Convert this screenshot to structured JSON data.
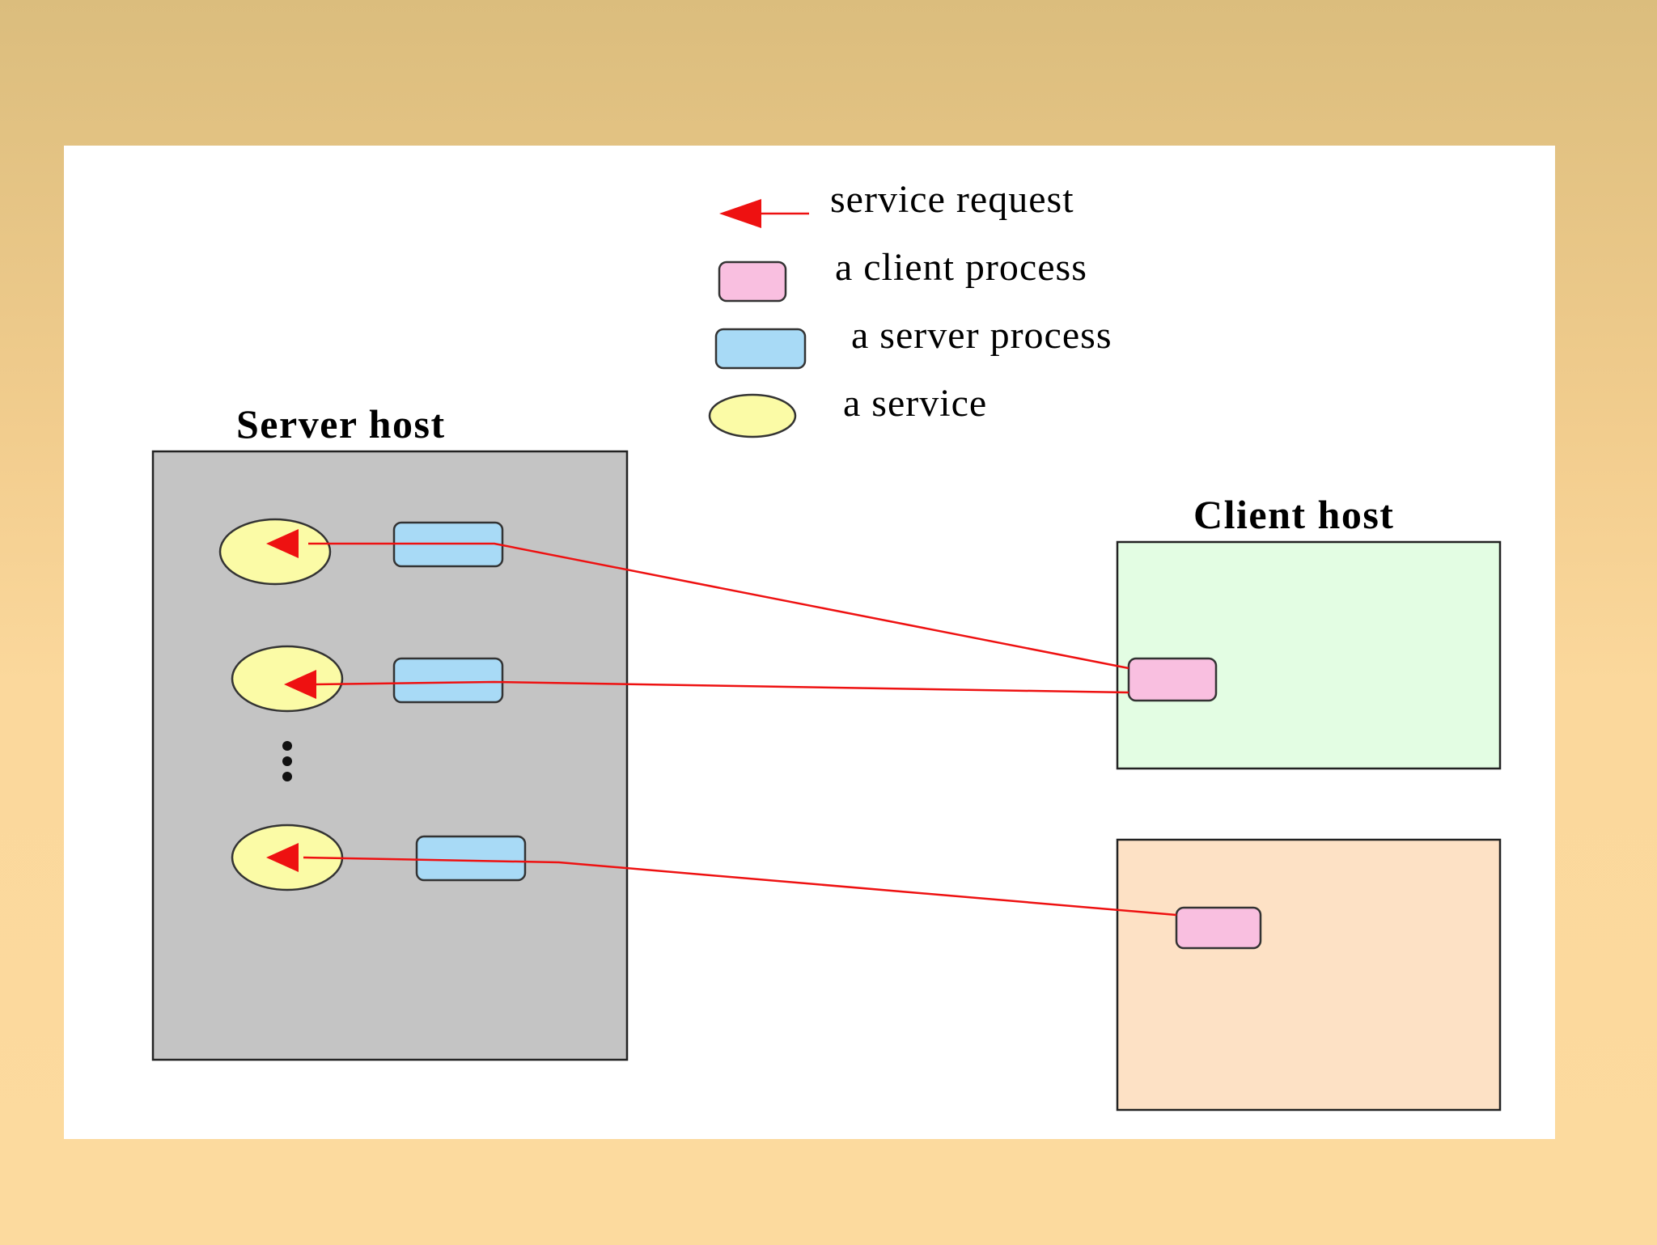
{
  "legend": {
    "service_request": "service request",
    "client_process": "a client process",
    "server_process": "a server process",
    "service": "a service"
  },
  "server_host": {
    "title": "Server host",
    "services_shown": 3,
    "has_ellipsis": true
  },
  "client_hosts": [
    {
      "title": "Client host",
      "client_processes": 1
    },
    {
      "title": "",
      "client_processes": 1
    }
  ],
  "colors": {
    "request_arrow": "#ee1111",
    "client_process": "#f9bfe0",
    "server_process": "#a8daf6",
    "service": "#fbfba6",
    "server_host_fill": "#c4c4c4",
    "client_host_1_fill": "#e3fde3",
    "client_host_2_fill": "#fde1c5"
  }
}
